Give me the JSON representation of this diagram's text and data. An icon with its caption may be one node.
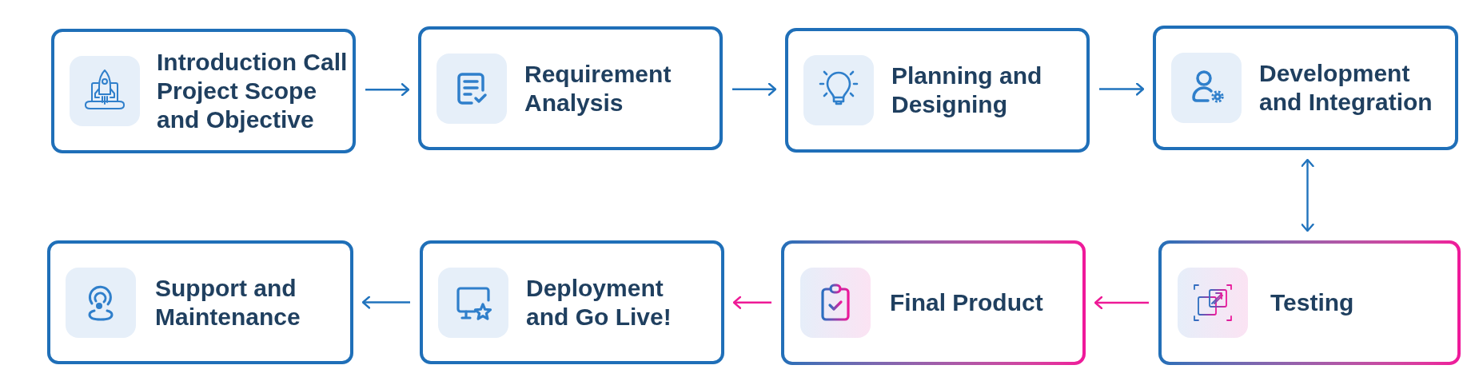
{
  "diagram": {
    "nodes": [
      {
        "text": [
          "Introduction Call Project Scope and Objective"
        ]
      },
      {
        "text": [
          "Requirement Analysis"
        ]
      },
      {
        "text": [
          "Planning and Designing"
        ]
      },
      {
        "text": [
          "Development and Integration"
        ]
      },
      {
        "text": [
          "Testing"
        ]
      },
      {
        "text": [
          "Final Product"
        ]
      },
      {
        "text": [
          "Deployment and Go Live!"
        ]
      },
      {
        "text": [
          "Support and Maintenance"
        ]
      }
    ],
    "edges": [
      {
        "from": 0,
        "to": 1,
        "arrow": "to"
      },
      {
        "from": 1,
        "to": 2,
        "arrow": "to"
      },
      {
        "from": 2,
        "to": 3,
        "arrow": "to"
      },
      {
        "from": 3,
        "to": 4,
        "arrow": "both"
      },
      {
        "from": 4,
        "to": 5,
        "arrow": "to",
        "color": "#ee1a96"
      },
      {
        "from": 5,
        "to": 6,
        "arrow": "to",
        "color": "#ee1a96"
      },
      {
        "from": 6,
        "to": 7,
        "arrow": "to"
      }
    ]
  }
}
